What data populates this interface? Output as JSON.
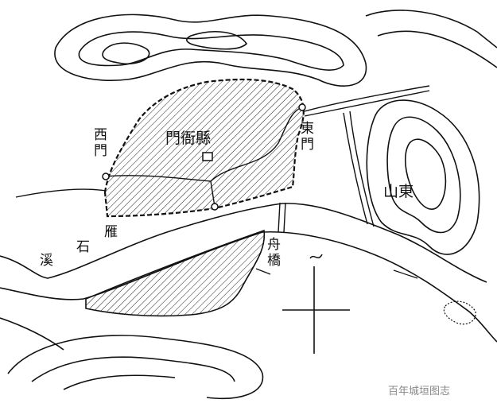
{
  "labels": {
    "west_gate": "西門",
    "county_office": "縣衙門",
    "east_gate": "東門",
    "east_mountain": "東山",
    "boat_bridge": "舟橋",
    "river_char_1": "雁",
    "river_char_2": "石",
    "river_char_3": "溪"
  },
  "watermark": "百年城垣图志",
  "colors": {
    "ink": "#111111",
    "watermark": "#888888"
  }
}
